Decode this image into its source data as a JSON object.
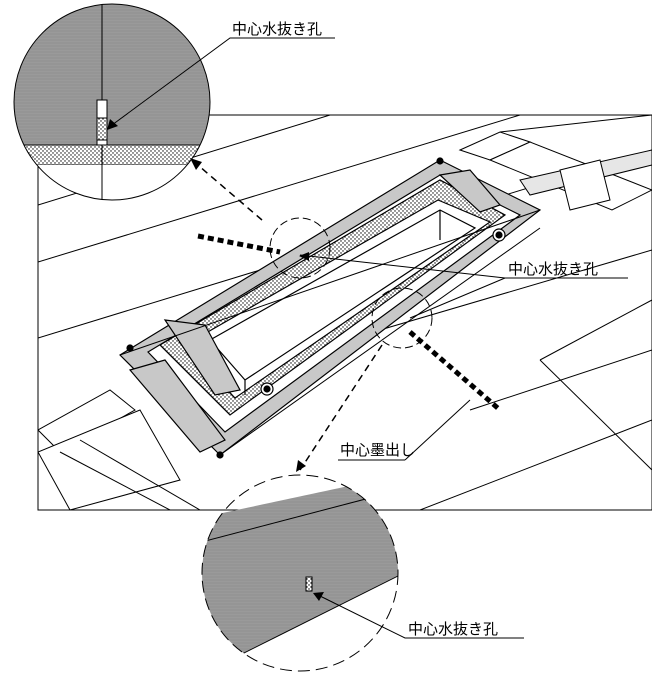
{
  "labels": {
    "top_callout": "中心水抜き孔",
    "right_callout": "中心水抜き孔",
    "center_line_callout": "中心墨出し",
    "bottom_callout": "中心水抜き孔"
  },
  "colors": {
    "line": "#000000",
    "frame_fill": "#c8c8c8",
    "detail_gray": "#9a9a9a",
    "background": "#ffffff"
  }
}
